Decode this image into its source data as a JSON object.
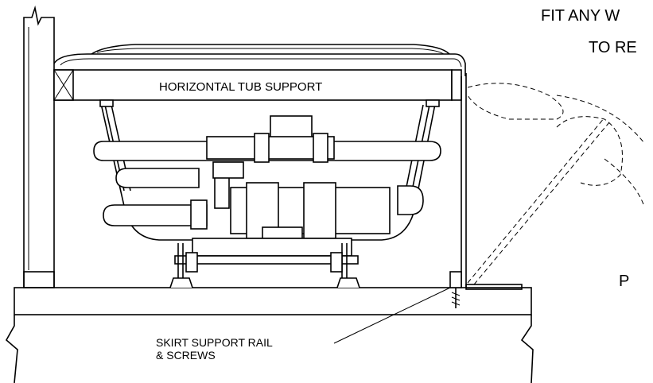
{
  "labels": {
    "top_line1": "FIT ANY W",
    "top_line2": "TO RE",
    "tub_support": "HORIZONTAL TUB SUPPORT",
    "skirt_line1": "SKIRT SUPPORT RAIL",
    "skirt_line2": "& SCREWS",
    "right_letter": "P"
  }
}
